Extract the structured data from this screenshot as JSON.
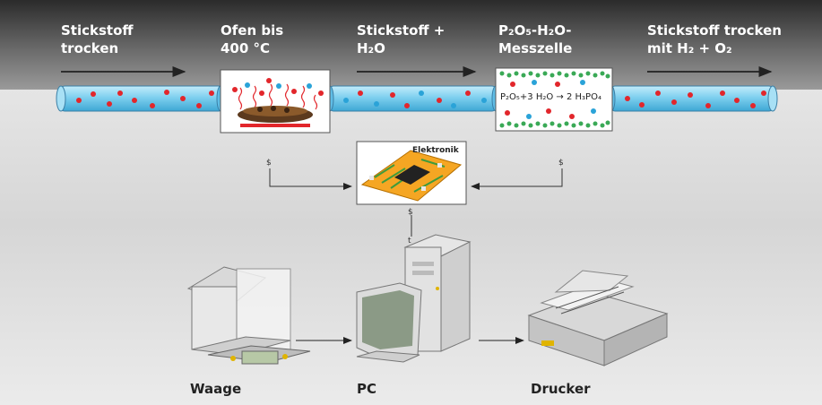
{
  "labels": {
    "nitrogen_dry": "Stickstoff\ntrocken",
    "oven": "Ofen bis\n400 °C",
    "nitrogen_water": "Stickstoff +\nH₂O",
    "cell": "P₂O₅-H₂O-\nMesszelle",
    "nitrogen_dry_h2o2": "Stickstoff trocken\nmit H₂ + O₂",
    "electronics": "Elektronik",
    "balance": "Waage",
    "pc": "PC",
    "printer": "Drucker",
    "cell_equation": "P₂O₅+3 H₂O → 2 H₃PO₄",
    "signal_symbol": "$",
    "signal_symbol_pc": "t"
  },
  "colors": {
    "tube": "#7fd0ef",
    "nitrogen_dot": "#e2262b",
    "water_dot": "#2aa3d8",
    "cell_green": "#3aa956",
    "board": "#f5a623",
    "board_green": "#3f9b3c"
  }
}
